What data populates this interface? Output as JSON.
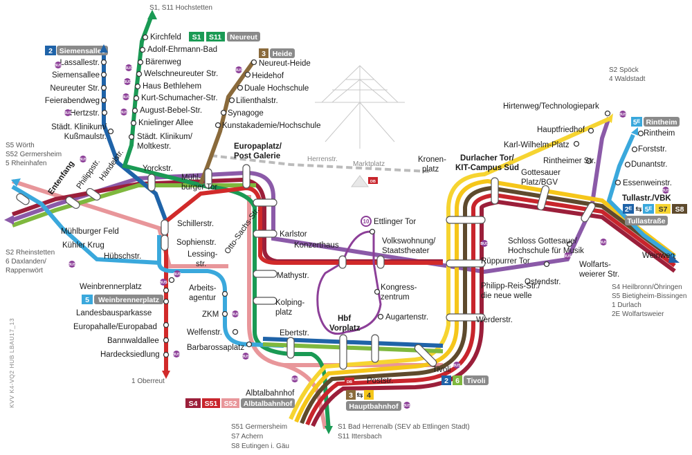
{
  "colors": {
    "s1_s11": "#1a9a54",
    "line2": "#1f63a8",
    "line3": "#8a6a3b",
    "line4": "#f5c61a",
    "line5": "#3aa8dc",
    "line6": "#7fb83e",
    "s2": "#8b5aa8",
    "s4": "#9b1f3a",
    "s5": "#e8969a",
    "s51_s52": "#c8252c",
    "s7": "#f6d431",
    "s8": "#5e4a2d",
    "line1_red": "#d12a2a",
    "line10": "#8c3f98",
    "badge_gray": "#8a8a8a"
  },
  "side_text": "KVV  K4-VQ2  HUB  LBAU17_13",
  "destinations": {
    "north_s1": "S1, S11 Hochstetten",
    "west": [
      "S5 Wörth",
      "S52 Germersheim",
      "5 Rheinhafen"
    ],
    "southwest": [
      "S2 Rheinstetten",
      "6 Daxlanden/",
      "Rappenwört"
    ],
    "oberreut": "1 Oberreut",
    "south": [
      "S51 Germersheim",
      "S7 Achern",
      "S8 Eutingen i. Gäu"
    ],
    "south_s1": [
      "S1 Bad Herrenalb (SEV ab Ettlingen Stadt)",
      "S11 Ittersbach"
    ],
    "northeast": [
      "S2 Spöck",
      "4 Waldstadt"
    ],
    "east": [
      "S4 Heilbronn/Öhringen",
      "S5 Bietigheim-Bissingen",
      "1 Durlach",
      "2E Wolfartsweier"
    ]
  },
  "badges": {
    "siemensallee": {
      "num": "2",
      "label": "Siemensallee"
    },
    "neureut": {
      "a": "S1",
      "b": "S11",
      "label": "Neureut"
    },
    "heide": {
      "num": "3",
      "label": "Heide"
    },
    "rintheim": {
      "num": "5ᴱ",
      "label": "Rintheim"
    },
    "tullastrasse": {
      "a": "2ᴱ",
      "sep": "⇆",
      "b": "5ᴱ",
      "c": "S7",
      "d": "S8",
      "label": "Tullastraße"
    },
    "weinbrennerplatz": {
      "num": "5",
      "label": "Weinbrennerplatz"
    },
    "albtalbahnhof": {
      "a": "S4",
      "b": "S51",
      "c": "S52",
      "label": "Albtalbahnhof"
    },
    "hauptbahnhof": {
      "a": "3",
      "sep": "⇆",
      "b": "4",
      "label": "Hauptbahnhof"
    },
    "tivoli": {
      "a": "2",
      "b": "6",
      "label": "Tivoli"
    },
    "line10": "10"
  },
  "streets": {
    "herrenstr": "Herrenstr.",
    "marktplatz": "Marktplatz"
  },
  "stations": {
    "kirchfeld": "Kirchfeld",
    "adolf": "Adolf-Ehrmann-Bad",
    "baerenweg": "Bärenweg",
    "welsch": "Welschneureuter Str.",
    "bethlehem": "Haus Bethlehem",
    "kurt": "Kurt-Schumacher-Str.",
    "bebel": "August-Bebel-Str.",
    "knielinger": "Knielinger Allee",
    "klinikum_moltke_1": "Städt. Klinikum/",
    "klinikum_moltke_2": "Moltkestr.",
    "lassalle": "Lassallestr.",
    "siemensallee": "Siemensallee",
    "neureuter": "Neureuter Str.",
    "feierabend": "Feierabendweg",
    "hertz": "Hertzstr.",
    "klinikum_kuss_1": "Städt. Klinikum/",
    "klinikum_kuss_2": "Kußmaulstr.",
    "neureut_heide": "Neureut-Heide",
    "heidehof": "Heidehof",
    "duale": "Duale Hochschule",
    "lilienthal": "Lilienthalstr.",
    "synagoge": "Synagoge",
    "kunstakademie": "Kunstakademie/Hochschule",
    "europaplatz_1": "Europaplatz/",
    "europaplatz_2": "Post Galerie",
    "entenfang": "Entenfang",
    "philippstr": "Philippstr.",
    "haendelstr": "Händelstr.",
    "yorckstr": "Yorckstr.",
    "muehlburger_tor_1": "Mühl-",
    "muehlburger_tor_2": "burger Tor",
    "kronenplatz_1": "Kronen-",
    "kronenplatz_2": "platz",
    "durlacher_tor_1": "Durlacher Tor/",
    "durlacher_tor_2": "KIT-Campus Süd",
    "hirtenweg": "Hirtenweg/Technologiepark",
    "hauptfriedhof": "Hauptfriedhof",
    "karl_wilhelm": "Karl-Wilhelm-Platz",
    "rintheimer": "Rintheimer Str.",
    "gottesauer_1": "Gottesauer",
    "gottesauer_2": "Platz/BGV",
    "rintheim": "Rintheim",
    "forststr": "Forststr.",
    "dunantstr": "Dunantstr.",
    "essenweinstr": "Essenweinstr.",
    "tullastr": "Tullastr./VBK",
    "weinweg": "Weinweg",
    "muehlburger_feld": "Mühlburger Feld",
    "kuehler_krug": "Kühler Krug",
    "huebschstr": "Hübschstr.",
    "schillerstr": "Schillerstr.",
    "sophienstr": "Sophienstr.",
    "lessingstr_1": "Lessing-",
    "lessingstr_2": "str.",
    "otto_sachs": "Otto-Sachs-Str.",
    "karlstor": "Karlstor",
    "konzerthaus": "Konzerthaus",
    "volkswohnung_1": "Volkswohnung/",
    "volkswohnung_2": "Staatstheater",
    "ettlinger_tor": "Ettlinger Tor",
    "kongress_1": "Kongress-",
    "kongress_2": "zentrum",
    "rueppurrer_tor": "Rüppurrer Tor",
    "schloss_1": "Schloss Gottesaue/",
    "schloss_2": "Hochschule für Musik",
    "wolfarts_1": "Wolfarts-",
    "wolfarts_2": "weierer Str.",
    "ostendstr": "Ostendstr.",
    "philipp_reis_1": "Philipp-Reis-Str./",
    "philipp_reis_2": "die neue welle",
    "weinbrennerplatz": "Weinbrennerplatz",
    "landesbaus": "Landesbausparkasse",
    "europahalle": "Europahalle/Europabad",
    "bannwald": "Bannwaldallee",
    "hardeck": "Hardecksiedlung",
    "arbeitsagentur_1": "Arbeits-",
    "arbeitsagentur_2": "agentur",
    "zkm": "ZKM",
    "welfenstr": "Welfenstr.",
    "barbarossa": "Barbarossaplatz",
    "mathystr": "Mathystr.",
    "kolping_1": "Kolping-",
    "kolping_2": "platz",
    "ebertstr": "Ebertstr.",
    "hbf_1": "Hbf",
    "hbf_2": "Vorplatz",
    "augarten": "Augartenstr.",
    "werderstr": "Werderstr.",
    "tivoli": "Tivoli",
    "poststr": "Poststr.",
    "albtalbahnhof": "Albtalbahnhof"
  },
  "markers": {
    "bus": "BUS",
    "bahn": "DB"
  }
}
